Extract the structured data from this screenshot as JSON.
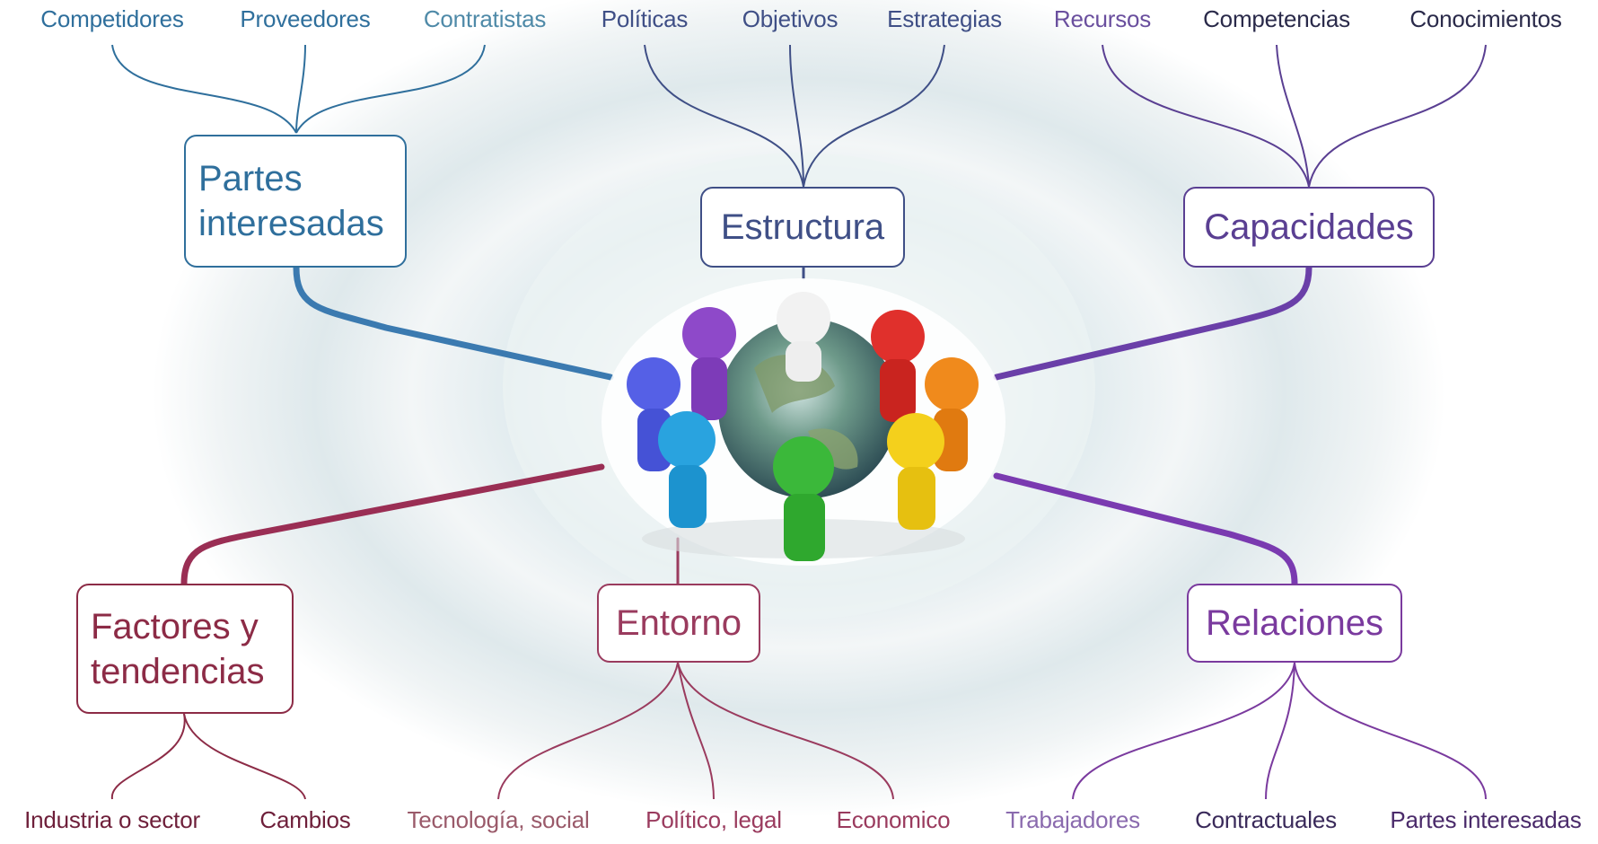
{
  "colors": {
    "partes": "#2f6f9c",
    "estructura": "#3f4f86",
    "capacidades": "#5a3f92",
    "factores": "#8c2b46",
    "entorno": "#9a3b5e",
    "relaciones": "#7a3a9e"
  },
  "groups": {
    "partes": {
      "title_line1": "Partes",
      "title_line2": "interesadas",
      "leaves": [
        "Competidores",
        "Proveedores",
        "Contratistas"
      ]
    },
    "estructura": {
      "title": "Estructura",
      "leaves": [
        "Políticas",
        "Objetivos",
        "Estrategias"
      ]
    },
    "capacidades": {
      "title": "Capacidades",
      "leaves": [
        "Recursos",
        "Competencias",
        "Conocimientos"
      ]
    },
    "factores": {
      "title_line1": "Factores y",
      "title_line2": "tendencias",
      "leaves": [
        "Industria  o sector",
        "Cambios"
      ]
    },
    "entorno": {
      "title": "Entorno",
      "leaves": [
        "Tecnología, social",
        "Político, legal",
        "Economico"
      ]
    },
    "relaciones": {
      "title": "Relaciones",
      "leaves": [
        "Trabajadores",
        "Contractuales",
        "Partes interesadas"
      ]
    }
  },
  "center": {
    "icon": "people-around-globe-illustration"
  }
}
